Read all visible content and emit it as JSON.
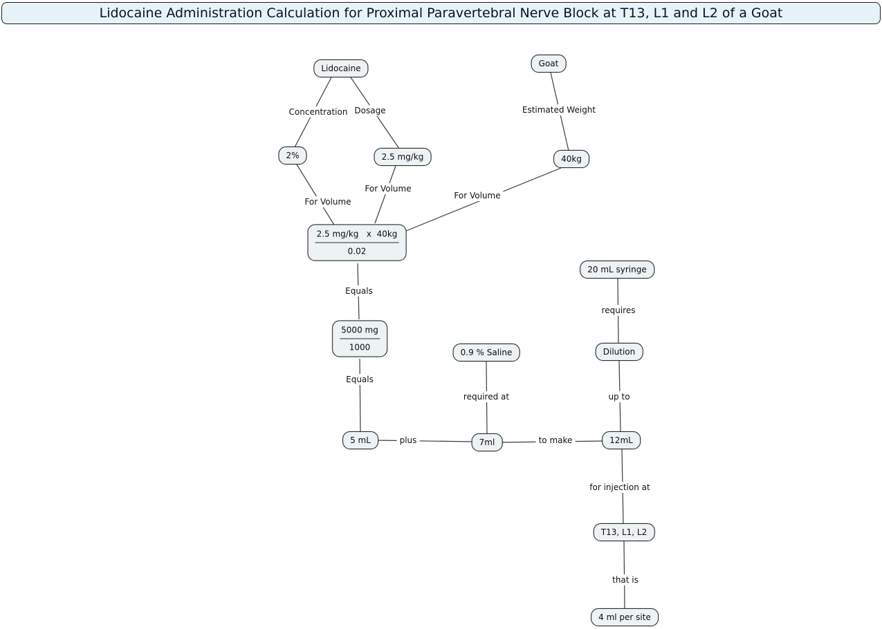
{
  "title": "Lidocaine Administration Calculation for Proximal Paravertebral Nerve Block at T13, L1 and L2 of a Goat",
  "nodes": {
    "lidocaine": "Lidocaine",
    "goat": "Goat",
    "concentration_value": "2%",
    "dosage_value": "2.5 mg/kg",
    "weight_value": "40kg",
    "volume_formula_numerator": "2.5 mg/kg   x  40kg",
    "volume_formula_denominator": "0.02",
    "syringe": "20 mL syringe",
    "mg_numerator": "5000 mg",
    "mg_denominator": "1000",
    "saline": "0.9 % Saline",
    "dilution": "Dilution",
    "lidocaine_volume": "5 mL",
    "saline_volume": "7ml",
    "total_volume": "12mL",
    "injection_sites": "T13, L1, L2",
    "volume_per_site": "4 ml per site"
  },
  "edges": {
    "concentration": "Concentration",
    "dosage": "Dosage",
    "estimated_weight": "Estimated Weight",
    "for_volume_dosage": "For Volume",
    "for_volume_concentration": "For Volume",
    "for_volume_weight": "For Volume",
    "equals_1": "Equals",
    "requires": "requires",
    "equals_2": "Equals",
    "required_at": "required at",
    "up_to": "up to",
    "plus": "plus",
    "to_make": "to make",
    "for_injection_at": "for injection at",
    "that_is": "that is"
  },
  "colors": {
    "node_fill": "#edf2f5",
    "node_border": "#2b2b2b",
    "title_fill": "#e8f3f9",
    "line": "#3c3c3c"
  }
}
